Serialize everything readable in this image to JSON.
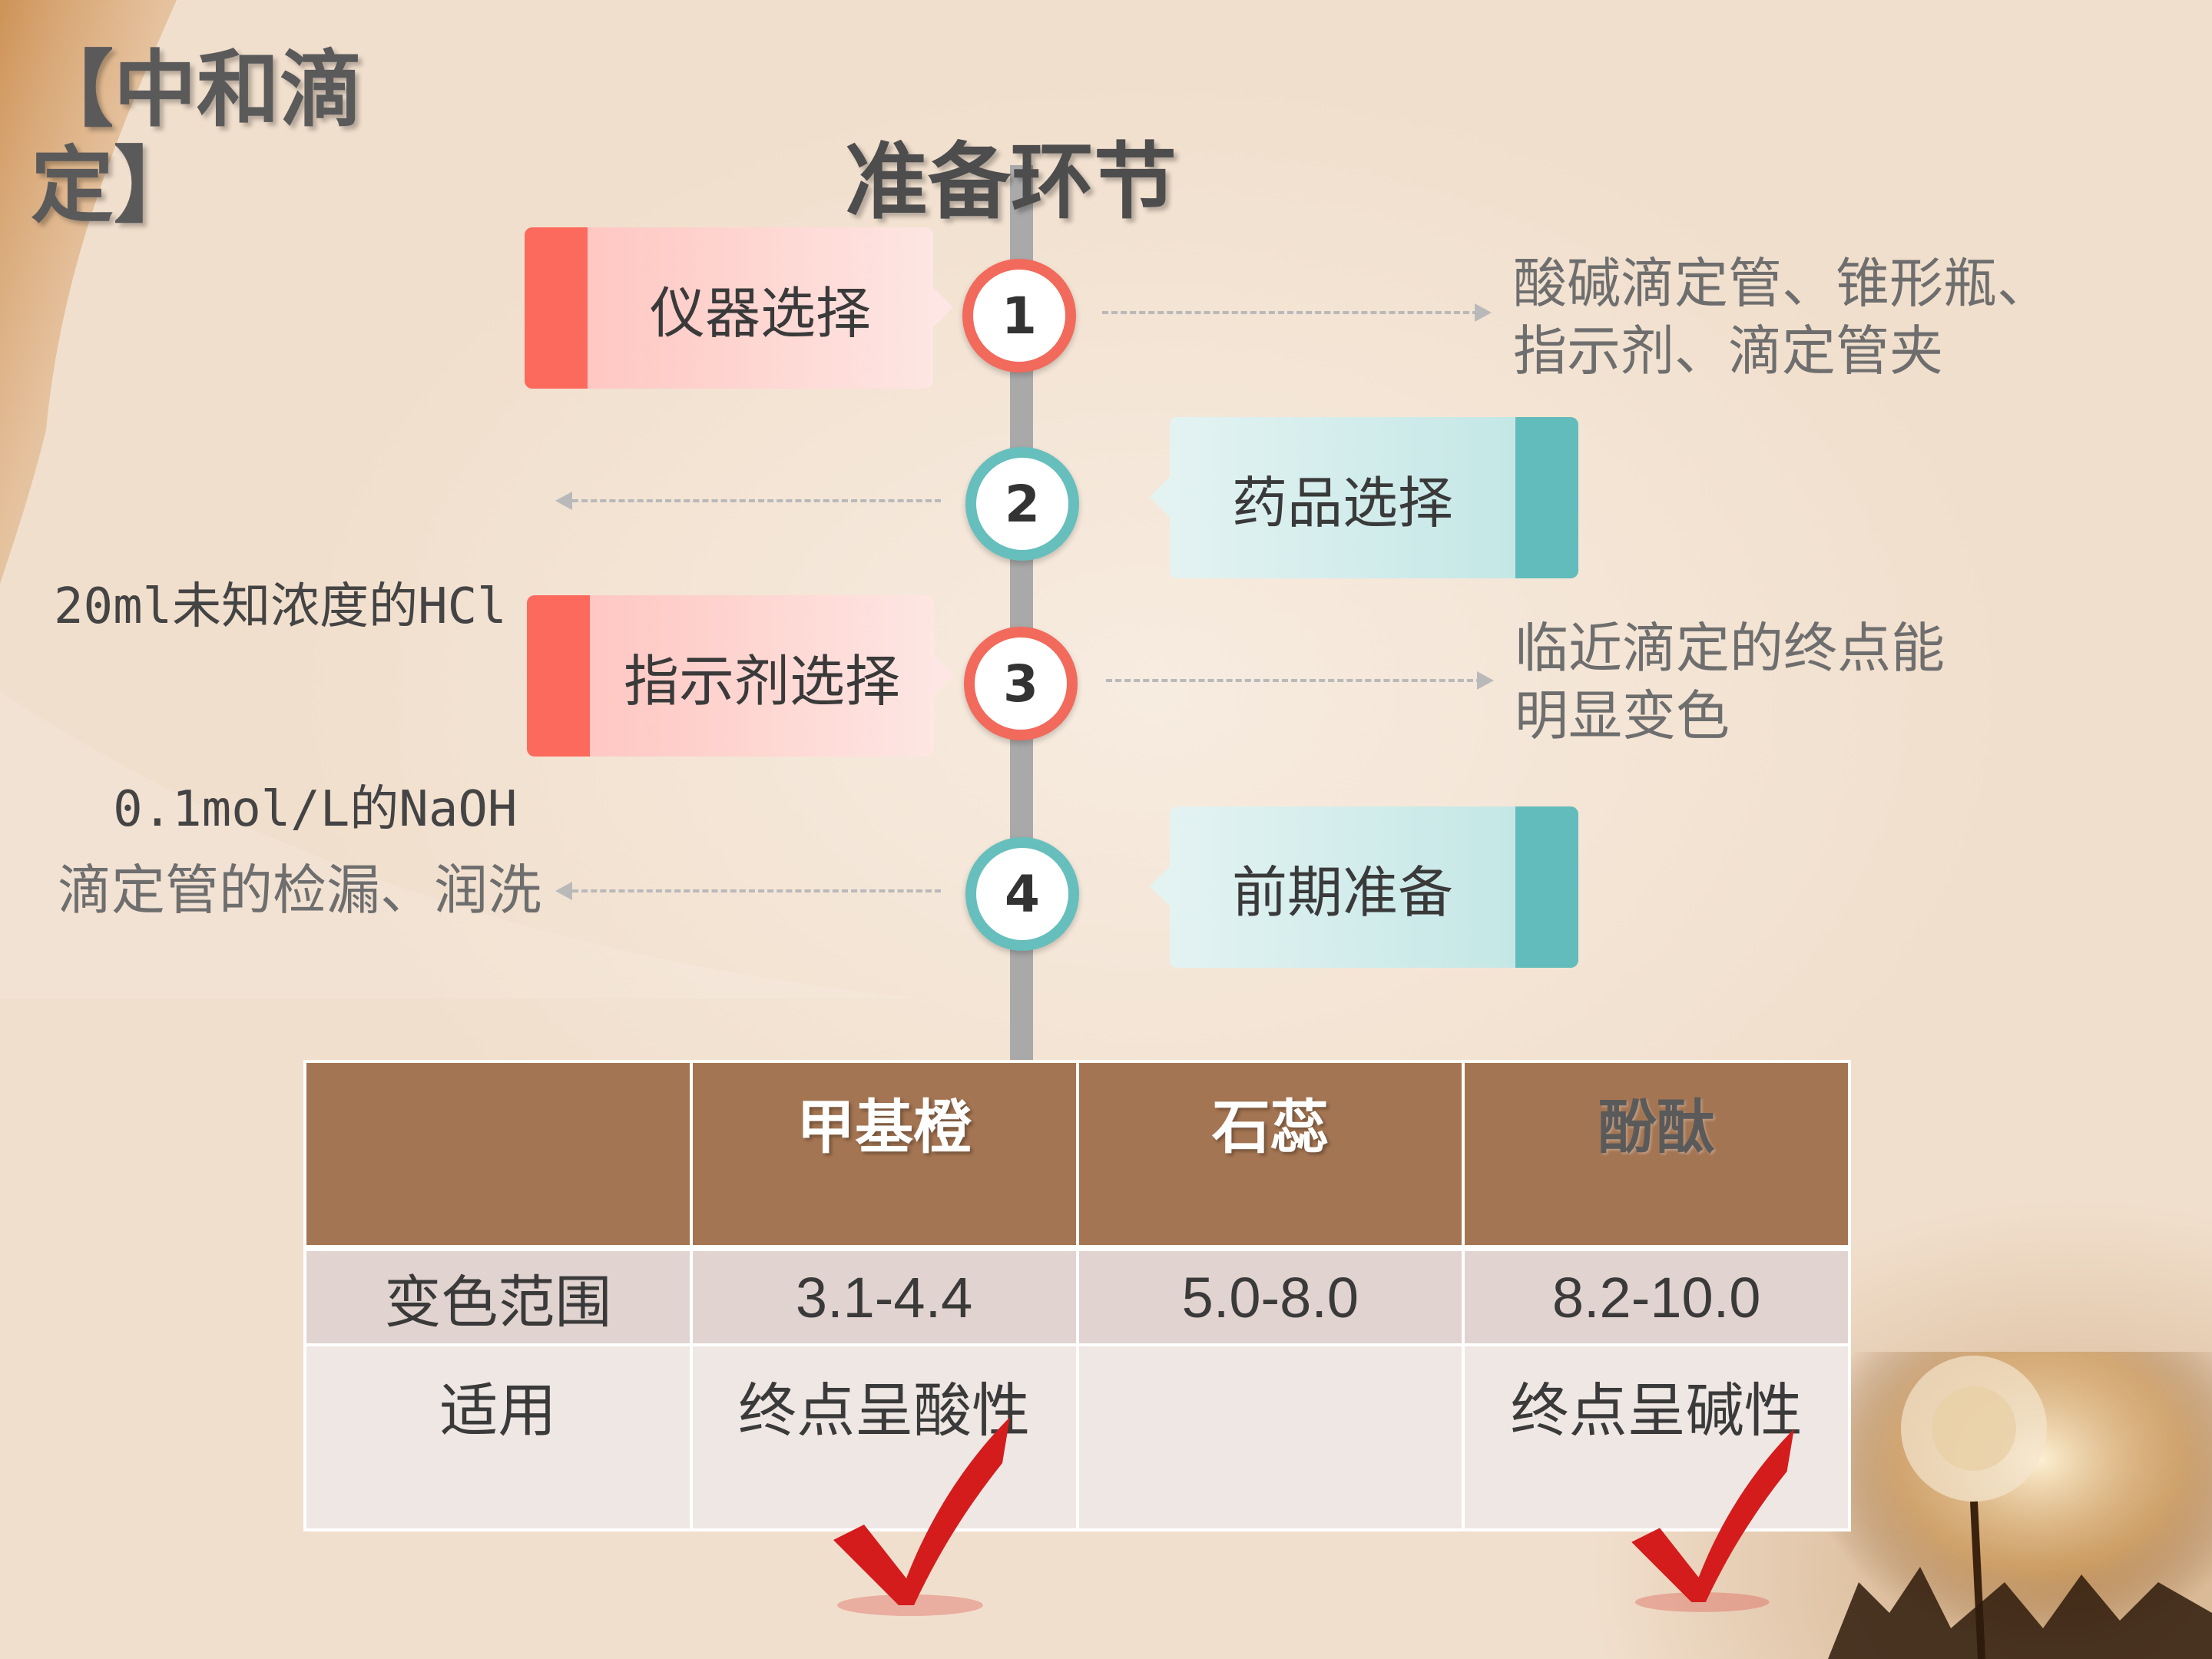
{
  "slide": {
    "title": "【中和滴定】",
    "section_title": "准备环节"
  },
  "steps": [
    {
      "number": "1",
      "label": "仪器选择",
      "description": [
        "酸碱滴定管、锥形瓶、",
        "指示剂、滴定管夹"
      ]
    },
    {
      "number": "2",
      "label": "药品选择",
      "description": [
        "20ml未知浓度的HCl",
        "  0.1mol/L的NaOH"
      ]
    },
    {
      "number": "3",
      "label": "指示剂选择",
      "description": [
        "临近滴定的终点能",
        "明显变色"
      ]
    },
    {
      "number": "4",
      "label": "前期准备",
      "description": [
        "滴定管的检漏、润洗"
      ]
    }
  ],
  "table": {
    "headers": [
      "",
      "甲基橙",
      "石蕊",
      "酚酞"
    ],
    "rows": [
      [
        "变色范围",
        "3.1-4.4",
        "5.0-8.0",
        "8.2-10.0"
      ],
      [
        "适用",
        "终点呈酸性",
        "",
        "终点呈碱性"
      ]
    ]
  },
  "colors": {
    "red_accent": "#fc6a5e",
    "teal_accent": "#62bcbb",
    "table_header": "#a47552",
    "check_red": "#d41c1c"
  },
  "icons": {
    "check_marks": [
      "check-mark-icon",
      "check-mark-icon"
    ]
  }
}
